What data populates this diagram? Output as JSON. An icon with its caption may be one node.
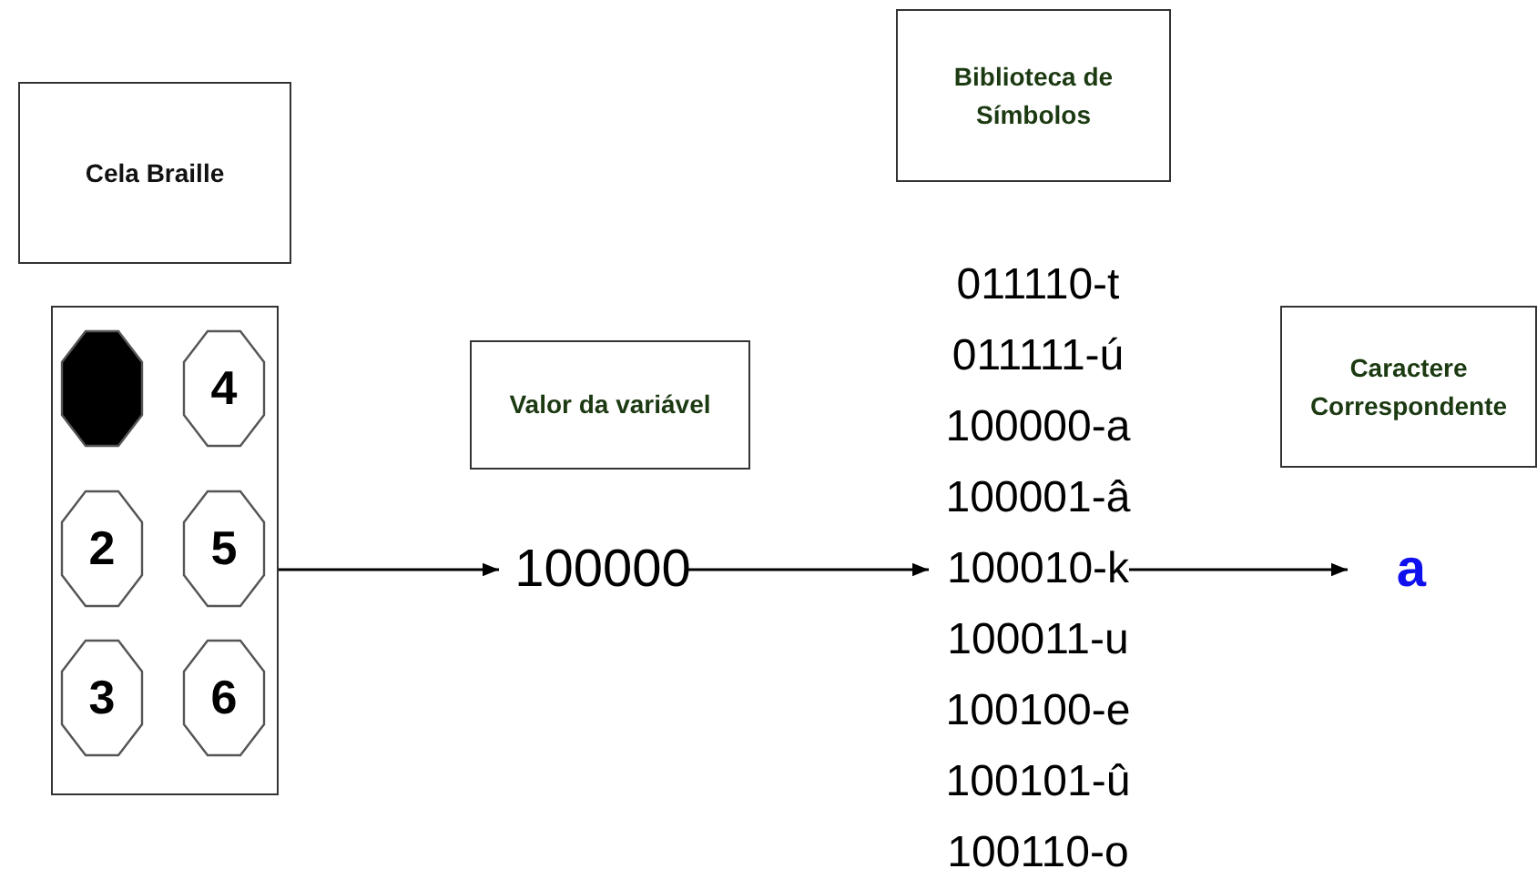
{
  "diagram": {
    "nodes": [
      {
        "text": [
          "Cela Braille"
        ]
      },
      {
        "text": [],
        "shape": "box"
      },
      {
        "text": [],
        "shape": "octagon",
        "in": 1
      },
      {
        "text": [
          "4"
        ],
        "in": 1
      },
      {
        "text": [
          "2"
        ],
        "in": 1
      },
      {
        "text": [
          "5"
        ],
        "in": 1
      },
      {
        "text": [
          "3"
        ],
        "in": 1
      },
      {
        "text": [
          "6"
        ],
        "in": 1
      },
      {
        "text": [
          "Valor da variável"
        ]
      },
      {
        "text": [
          "100000"
        ]
      },
      {
        "text": [
          "Biblioteca de Símbolos"
        ]
      },
      {
        "text": [
          "011110-t",
          "011111-ú",
          "100000-a",
          "100001-â",
          "100010-k",
          "100011-u",
          "100100-e",
          "100101-û",
          "100110-o"
        ]
      },
      {
        "text": [
          "Caractere Correspondente"
        ]
      },
      {
        "text": [
          "a"
        ]
      }
    ],
    "edges": [
      {
        "from": 1,
        "to": 9,
        "arrow": "to"
      },
      {
        "from": 9,
        "to": 11,
        "arrow": "to"
      },
      {
        "from": 11,
        "to": 13,
        "arrow": "to"
      }
    ]
  }
}
